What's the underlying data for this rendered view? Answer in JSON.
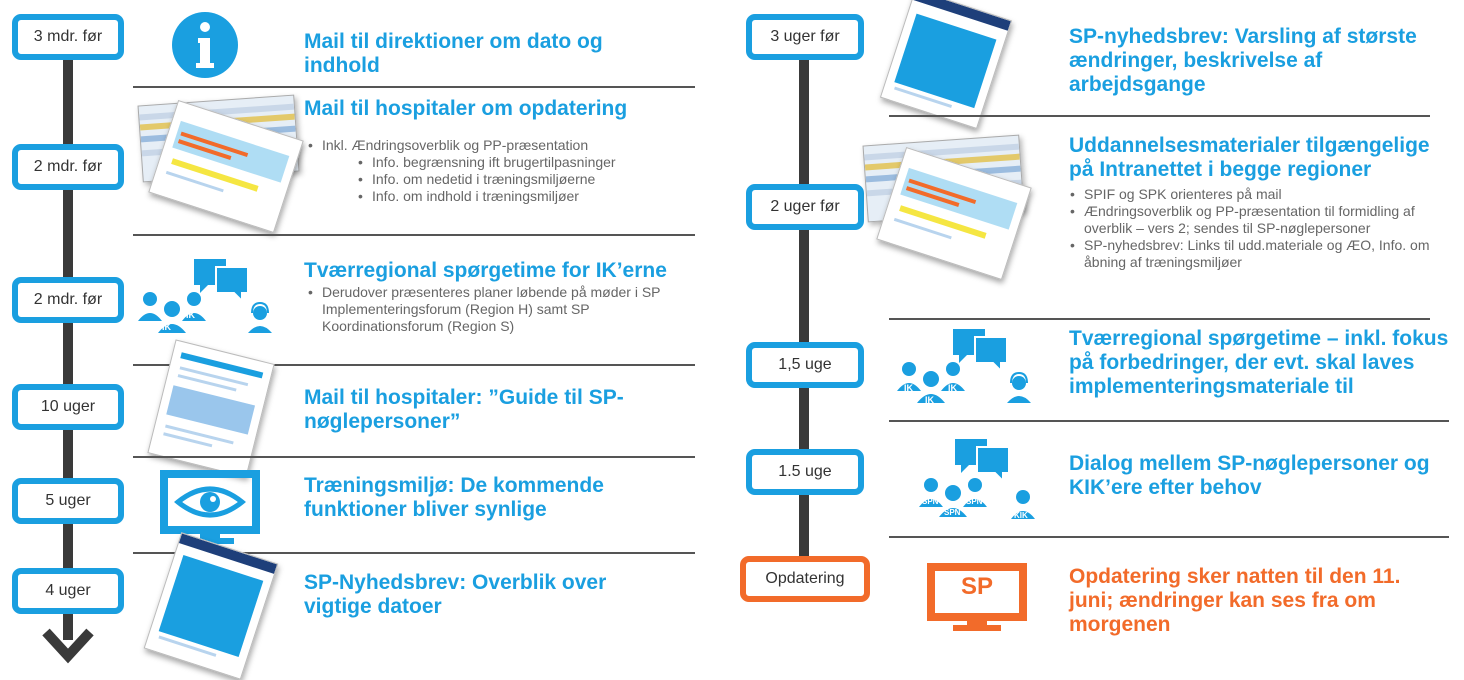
{
  "colors": {
    "primary": "#1a9fe0",
    "accent": "#f26b2a",
    "axis": "#3a3a3a",
    "text": "#333333",
    "muted": "#666666"
  },
  "left": {
    "steps": [
      {
        "time": "3 mdr. før",
        "title": "Mail til direktioner om dato og indhold",
        "icon": "info-icon"
      },
      {
        "time": "2 mdr. før",
        "title": "Mail til hospitaler om opdatering",
        "icon": "document-thumbnail-icon",
        "bullets": [
          "Inkl. Ændringsoverblik  og PP-præsentation"
        ],
        "sub_bullets": [
          "Info. begrænsning  ift brugertilpasninger",
          "Info. om nedetid i træningsmiljøerne",
          "Info. om indhold  i træningsmiljøer"
        ]
      },
      {
        "time": "2 mdr. før",
        "title": "Tværregional spørgetime for IK’erne",
        "icon": "chat-group-icon",
        "bullets": [
          "Derudover præsenteres planer løbende på møder i SP Implementeringsforum  (Region H) samt SP Koordinationsforum (Region S)"
        ],
        "icon_labels": [
          "IK",
          "IK",
          "IK"
        ]
      },
      {
        "time": "10 uger",
        "title": "Mail til hospitaler: ”Guide til SP-nøglepersoner”",
        "icon": "guide-document-icon"
      },
      {
        "time": "5 uger",
        "title": "Træningsmiljø: De kommende funktioner bliver synlige",
        "icon": "monitor-eye-icon"
      },
      {
        "time": "4 uger",
        "title": "SP-Nyhedsbrev: Overblik over vigtige datoer",
        "icon": "newsletter-icon"
      }
    ]
  },
  "right": {
    "steps": [
      {
        "time": "3 uger før",
        "title": "SP-nyhedsbrev: Varsling af største ændringer, beskrivelse af arbejdsgange",
        "icon": "newsletter-icon"
      },
      {
        "time": "2 uger før",
        "title": "Uddannelsesmaterialer tilgængelige på Intranettet i begge regioner",
        "icon": "document-thumbnail-icon",
        "bullets": [
          "SPIF og SPK orienteres på mail",
          "Ændringsoverblik  og PP-præsentation til formidling af overblik – vers 2; sendes til SP-nøglepersoner",
          "SP-nyhedsbrev: Links til udd.materiale og ÆO, Info. om åbning af træningsmiljøer"
        ]
      },
      {
        "time": "1,5 uge",
        "title": "Tværregional spørgetime – inkl. fokus på forbedringer, der evt. skal laves implementeringsmateriale til",
        "icon": "chat-group-icon",
        "icon_labels": [
          "IK",
          "IK",
          "IK"
        ]
      },
      {
        "time": "1.5 uge",
        "title": "Dialog mellem SP-nøglepersoner og KIK’ere efter behov",
        "icon": "chat-group-icon",
        "icon_labels": [
          "SPN",
          "SPN",
          "SPN",
          "KIK"
        ]
      },
      {
        "time": "Opdatering",
        "title": "Opdatering sker natten til den 11. juni; ændringer kan ses fra om morgenen",
        "icon": "monitor-sp-icon",
        "icon_text": "SP"
      }
    ]
  }
}
